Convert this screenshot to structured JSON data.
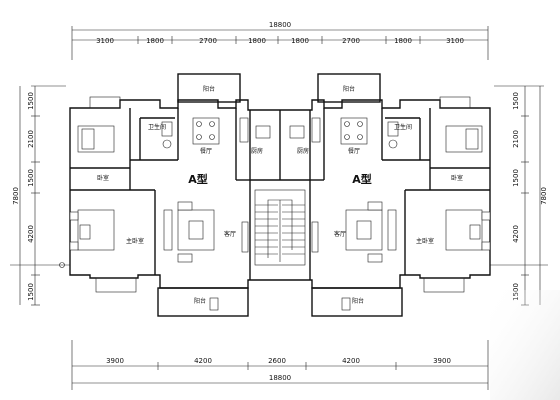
{
  "dimensions": {
    "top_total": "18800",
    "top": [
      "3100",
      "1800",
      "2700",
      "1800",
      "1800",
      "2700",
      "1800",
      "3100"
    ],
    "bottom": [
      "3900",
      "4200",
      "2600",
      "4200",
      "3900"
    ],
    "bottom_total": "18800",
    "left": [
      "1500",
      "2100",
      "1500",
      "4200",
      "1500"
    ],
    "left_total": "7800",
    "right": [
      "1500",
      "2100",
      "1500",
      "4200",
      "1500"
    ],
    "right_total": "7800"
  },
  "rooms": {
    "balcony_top_left": "阳台",
    "balcony_top_right": "阳台",
    "bathroom_left": "卫生间",
    "bathroom_right": "卫生间",
    "dining_left": "餐厅",
    "dining_right": "餐厅",
    "kitchen_left": "厨房",
    "kitchen_right": "厨房",
    "bedroom_left": "卧室",
    "bedroom_right": "卧室",
    "master_left": "主卧室",
    "master_right": "主卧室",
    "living_left": "客厅",
    "living_right": "客厅",
    "balcony_bottom_left": "阳台",
    "balcony_bottom_right": "阳台"
  },
  "units": {
    "left": "A型",
    "right": "A型"
  }
}
